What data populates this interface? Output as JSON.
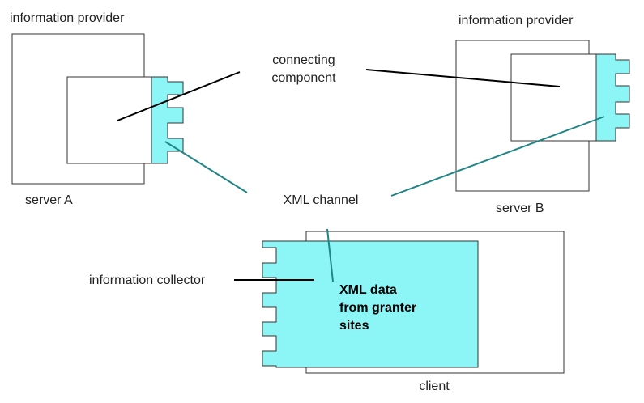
{
  "labels": {
    "provider_a": "information provider",
    "provider_b": "information provider",
    "connecting_line1": "connecting",
    "connecting_line2": "component",
    "server_a": "server A",
    "server_b": "server B",
    "xml_channel": "XML channel",
    "collector": "information collector",
    "client": "client",
    "xml_data_line1": "XML data",
    "xml_data_line2": "from granter",
    "xml_data_line3": "sites"
  },
  "colors": {
    "component_fill": "#8cf5f5",
    "channel_line": "#1f8585",
    "connector_line": "#000000",
    "outline": "#333333"
  }
}
